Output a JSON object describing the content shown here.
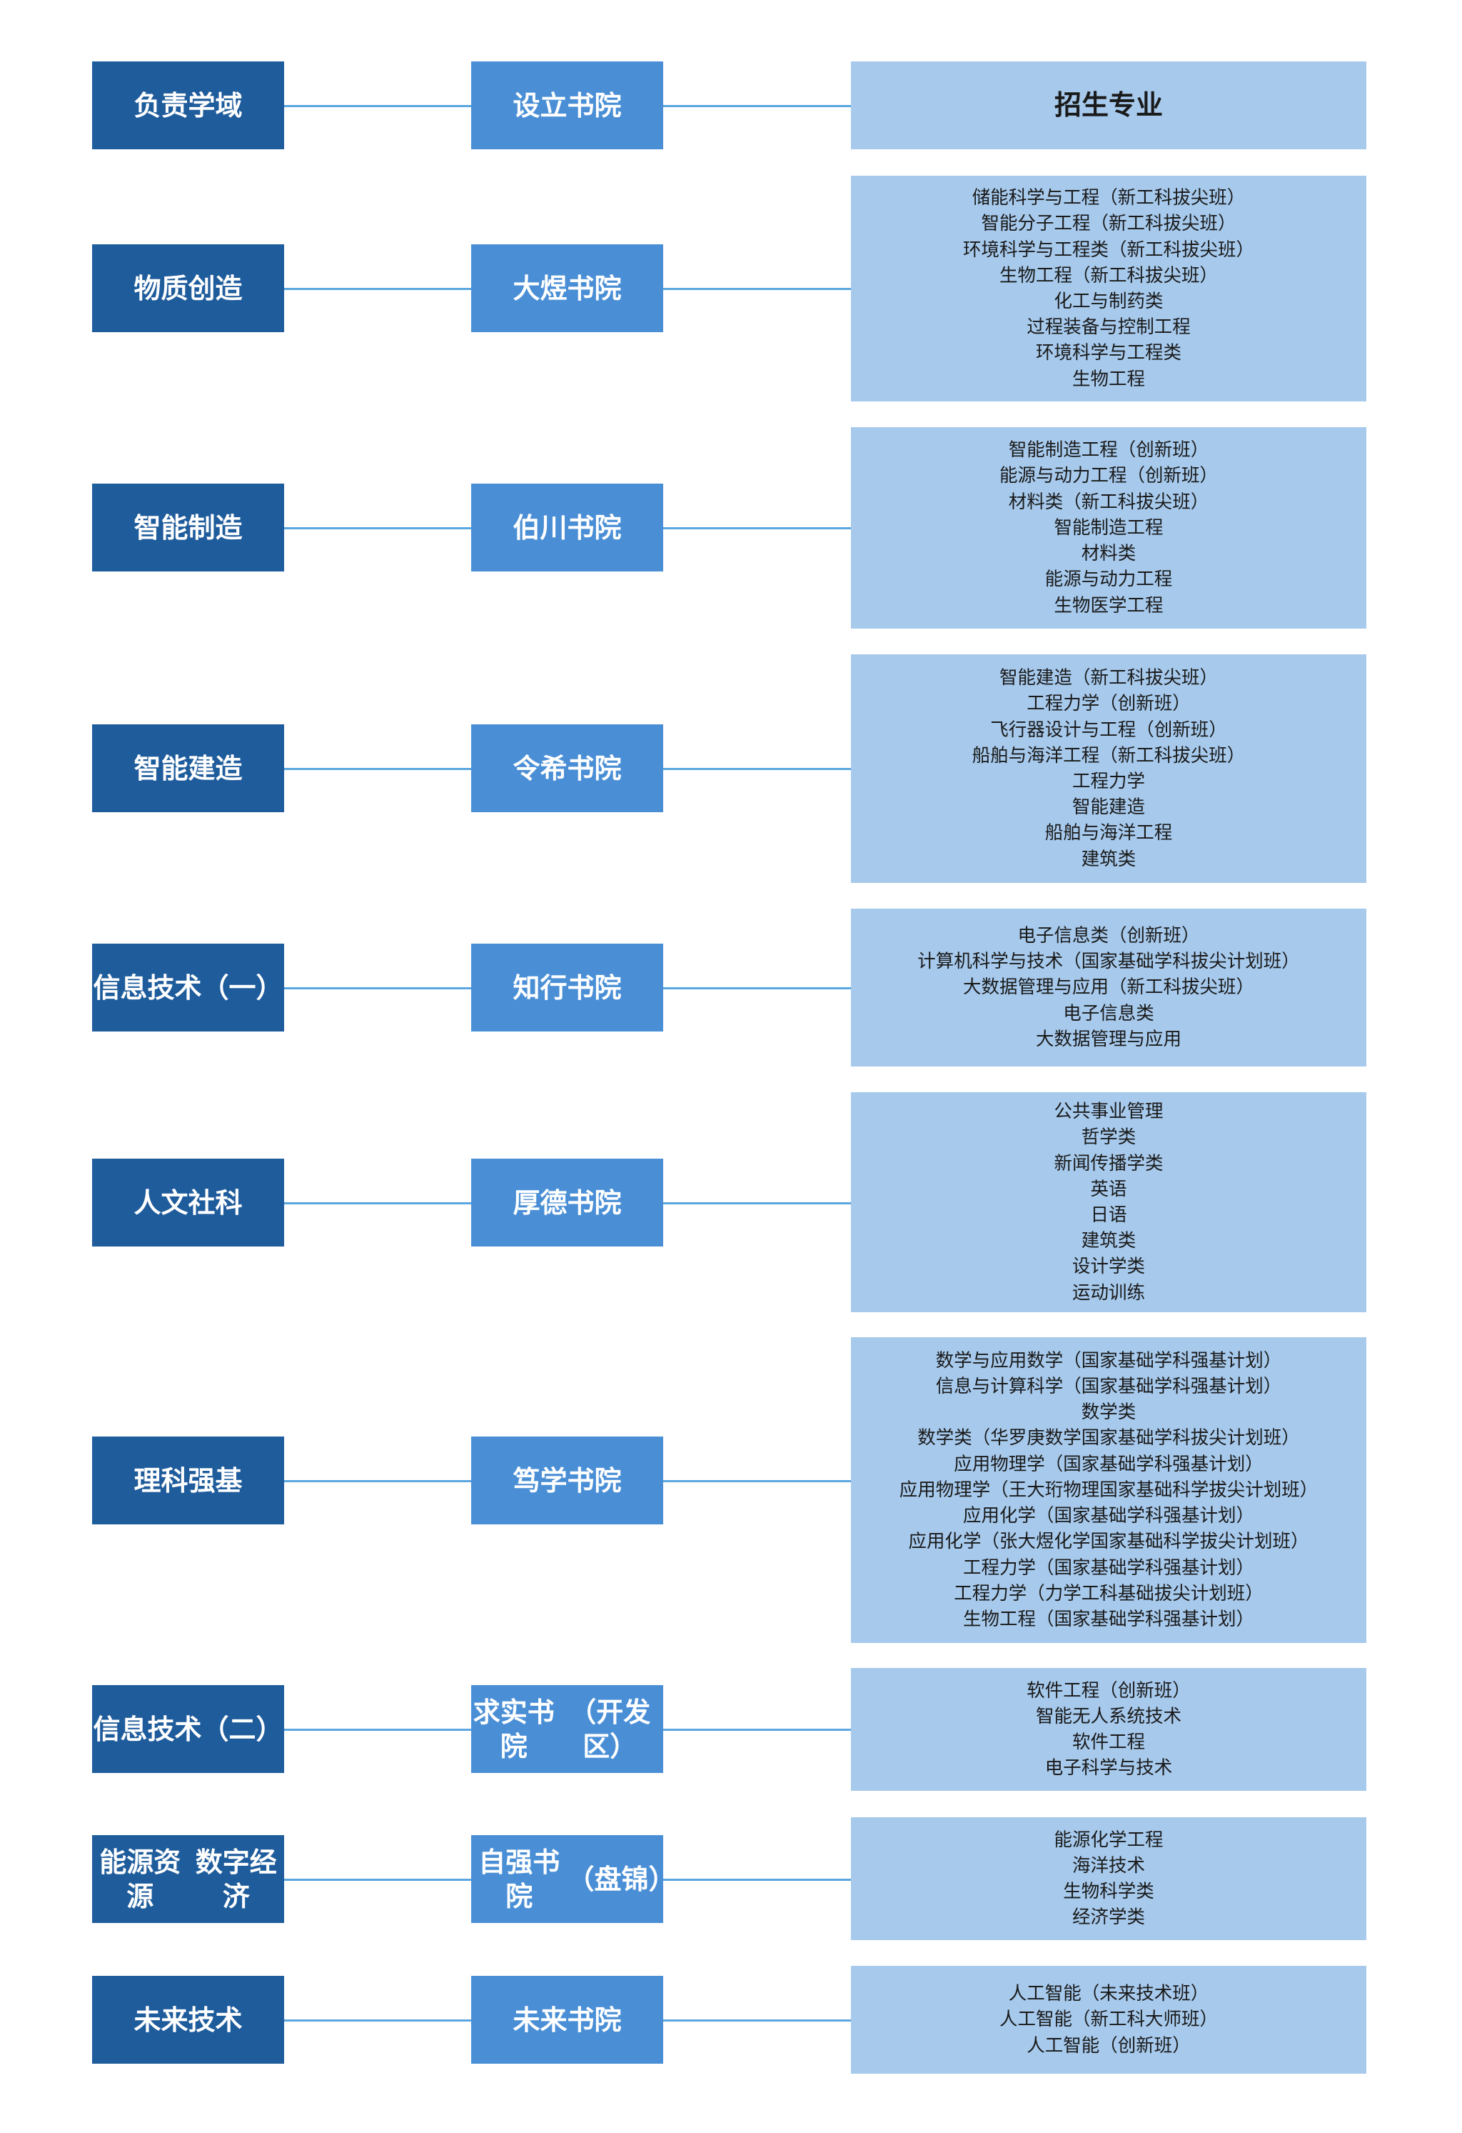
{
  "header": {
    "domain": "负责学域",
    "college": "设立书院",
    "majors": "招生专业"
  },
  "rows": [
    {
      "domain": "物质创造",
      "college": "大煜书院",
      "majors": [
        "储能科学与工程（新工科拔尖班）",
        "智能分子工程（新工科拔尖班）",
        "环境科学与工程类（新工科拔尖班）",
        "生物工程（新工科拔尖班）",
        "化工与制药类",
        "过程装备与控制工程",
        "环境科学与工程类",
        "生物工程"
      ]
    },
    {
      "domain": "智能制造",
      "college": "伯川书院",
      "majors": [
        "智能制造工程（创新班）",
        "能源与动力工程（创新班）",
        "材料类（新工科拔尖班）",
        "智能制造工程",
        "材料类",
        "能源与动力工程",
        "生物医学工程"
      ]
    },
    {
      "domain": "智能建造",
      "college": "令希书院",
      "majors": [
        "智能建造（新工科拔尖班）",
        "工程力学（创新班）",
        "飞行器设计与工程（创新班）",
        "船舶与海洋工程（新工科拔尖班）",
        "工程力学",
        "智能建造",
        "船舶与海洋工程",
        "建筑类"
      ]
    },
    {
      "domain": "信息技术\n（一）",
      "college": "知行书院",
      "majors": [
        "电子信息类（创新班）",
        "计算机科学与技术（国家基础学科拔尖计划班）",
        "大数据管理与应用（新工科拔尖班）",
        "电子信息类",
        "大数据管理与应用"
      ]
    },
    {
      "domain": "人文社科",
      "college": "厚德书院",
      "majors": [
        "公共事业管理",
        "哲学类",
        "新闻传播学类",
        "英语",
        "日语",
        "建筑类",
        "设计学类",
        "运动训练"
      ]
    },
    {
      "domain": "理科强基",
      "college": "笃学书院",
      "majors": [
        "数学与应用数学（国家基础学科强基计划）",
        "信息与计算科学（国家基础学科强基计划）",
        "数学类",
        "数学类（华罗庚数学国家基础学科拔尖计划班）",
        "应用物理学（国家基础学科强基计划）",
        "应用物理学（王大珩物理国家基础科学拔尖计划班）",
        "应用化学（国家基础学科强基计划）",
        "应用化学（张大煜化学国家基础科学拔尖计划班）",
        "工程力学（国家基础学科强基计划）",
        "工程力学（力学工科基础拔尖计划班）",
        "生物工程（国家基础学科强基计划）"
      ]
    },
    {
      "domain": "信息技术\n（二）",
      "college": "求实书院\n（开发区）",
      "majors": [
        "软件工程（创新班）",
        "智能无人系统技术",
        "软件工程",
        "电子科学与技术"
      ]
    },
    {
      "domain": "能源资源\n数字经济",
      "college": "自强书院\n（盘锦）",
      "majors": [
        "能源化学工程",
        "海洋技术",
        "生物科学类",
        "经济学类"
      ]
    },
    {
      "domain": "未来技术",
      "college": "未来书院",
      "majors": [
        "人工智能（未来技术班）",
        "人工智能（新工科大师班）",
        "人工智能（创新班）"
      ]
    }
  ]
}
